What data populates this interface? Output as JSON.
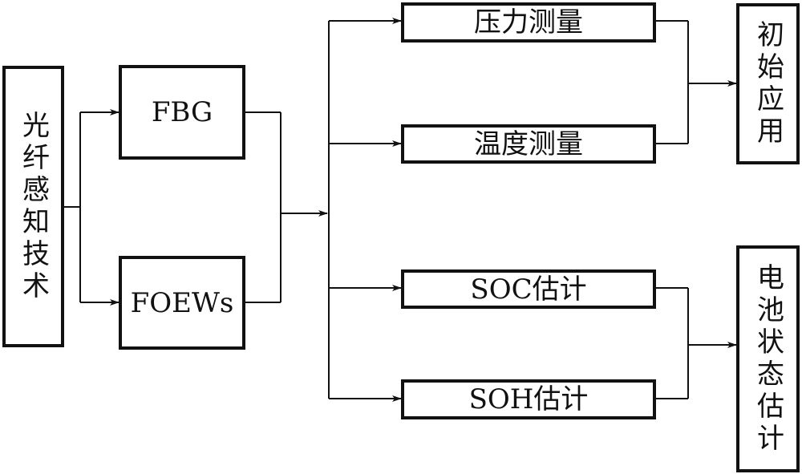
{
  "diagram": {
    "root": {
      "label": "光纤感知技术"
    },
    "sensors": [
      {
        "label": "FBG"
      },
      {
        "label": "FOEWs"
      }
    ],
    "measurements": [
      {
        "label": "压力测量"
      },
      {
        "label": "温度测量"
      },
      {
        "label": "SOC估计"
      },
      {
        "label": "SOH估计"
      }
    ],
    "outcomes": [
      {
        "label": "初始应用"
      },
      {
        "label": "电池状态估计"
      }
    ],
    "stroke_color": "#111111",
    "background_color": "#ffffff"
  }
}
